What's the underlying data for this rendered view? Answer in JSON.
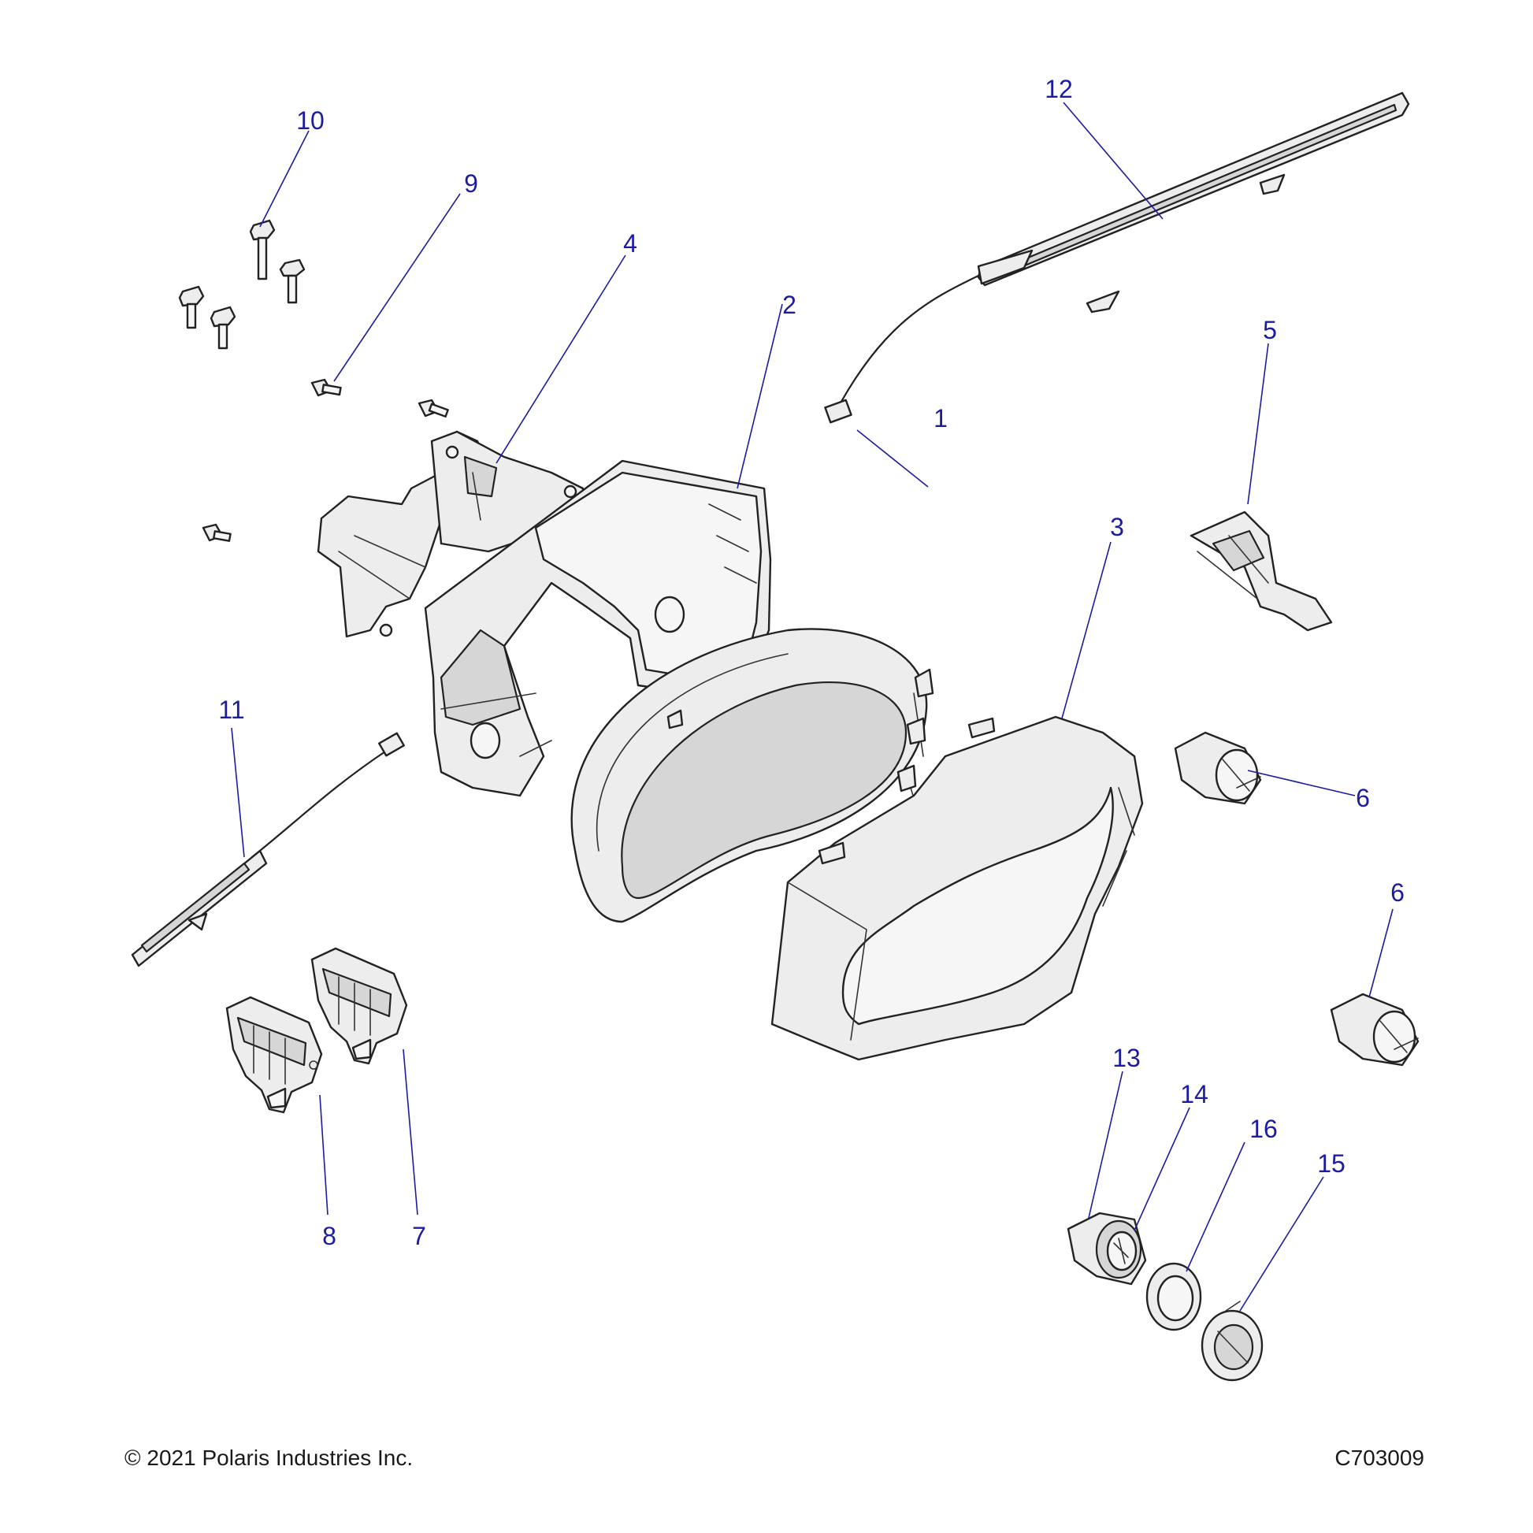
{
  "callouts": {
    "c1": "1",
    "c2": "2",
    "c3": "3",
    "c4": "4",
    "c5": "5",
    "c6a": "6",
    "c6b": "6",
    "c7": "7",
    "c8": "8",
    "c9": "9",
    "c10": "10",
    "c11": "11",
    "c12": "12",
    "c13": "13",
    "c14": "14",
    "c15": "15",
    "c16": "16"
  },
  "footer": {
    "copyright": "© 2021 Polaris Industries Inc.",
    "diagram_code": "C703009"
  },
  "colors": {
    "callout": "#1c1ca0",
    "line": "#222222",
    "fill": "#ededed"
  }
}
